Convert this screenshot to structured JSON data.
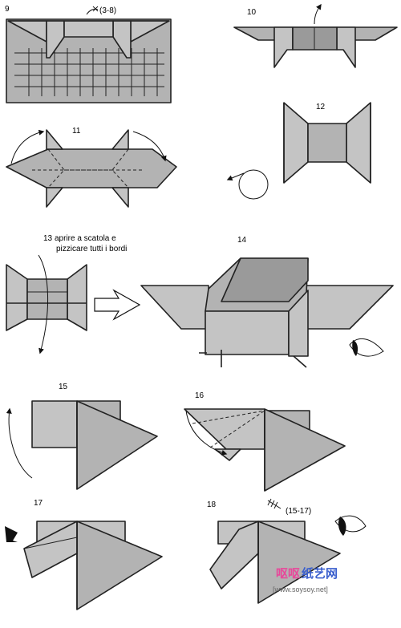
{
  "steps": [
    {
      "number": "9",
      "note": "(3-8)"
    },
    {
      "number": "10"
    },
    {
      "number": "11"
    },
    {
      "number": "12"
    },
    {
      "number": "13",
      "note_line1": "aprire a scatola e",
      "note_line2": "pizzicare tutti i bordi"
    },
    {
      "number": "14"
    },
    {
      "number": "15"
    },
    {
      "number": "16"
    },
    {
      "number": "17"
    },
    {
      "number": "18",
      "note": "(15-17)"
    }
  ],
  "watermark": {
    "brand_part1": "呕呕",
    "brand_part2": "纸艺网",
    "url": "[www.soysoy.net]",
    "brand_color_1": "#e8479a",
    "brand_color_2": "#3a5fcd"
  },
  "colors": {
    "paper": "#b3b3b3",
    "paper_light": "#c4c4c4",
    "paper_dark": "#9a9a9a",
    "line": "#222222"
  },
  "icons": [
    "valley-fold-arrow",
    "rotate-arrow",
    "eye-icon",
    "hollow-arrow",
    "repeat-mark"
  ]
}
